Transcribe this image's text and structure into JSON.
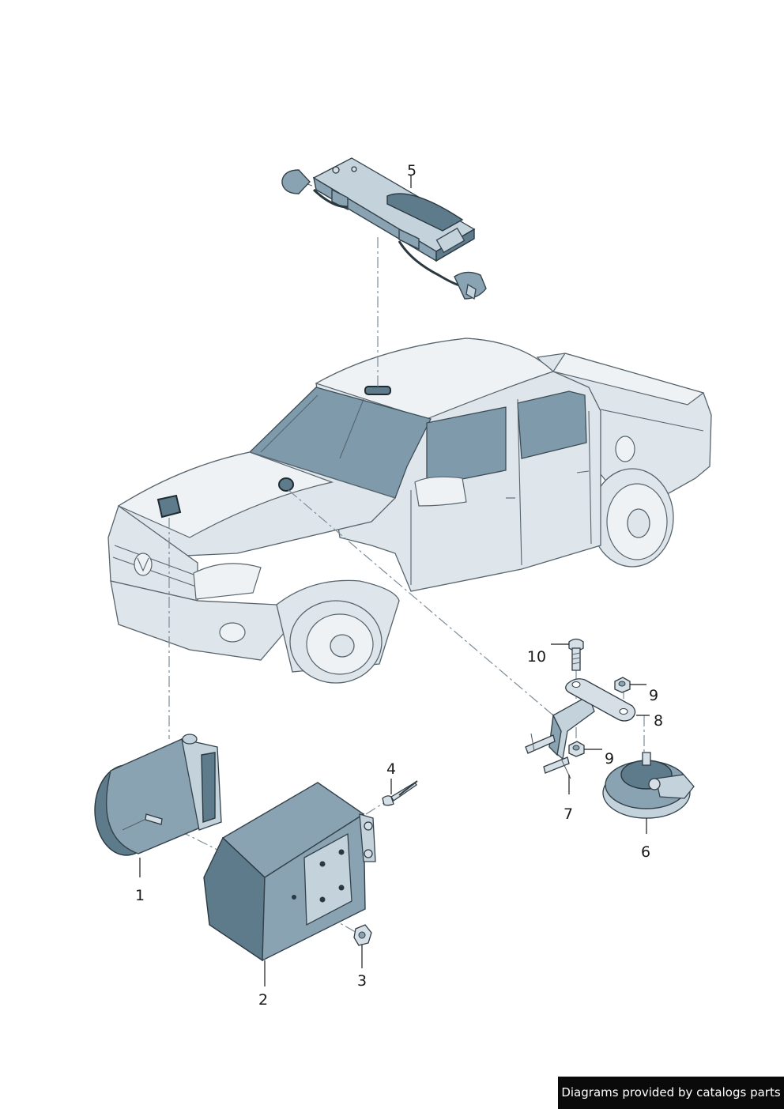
{
  "diagram": {
    "callouts": [
      {
        "id": "c1",
        "label": "1"
      },
      {
        "id": "c2",
        "label": "2"
      },
      {
        "id": "c3",
        "label": "3"
      },
      {
        "id": "c4",
        "label": "4"
      },
      {
        "id": "c5",
        "label": "5"
      },
      {
        "id": "c6",
        "label": "6"
      },
      {
        "id": "c7",
        "label": "7"
      },
      {
        "id": "c8",
        "label": "8"
      },
      {
        "id": "c9a",
        "label": "9"
      },
      {
        "id": "c9b",
        "label": "9"
      },
      {
        "id": "c10",
        "label": "10"
      }
    ]
  },
  "footer": {
    "credit": "Diagrams provided by catalogs parts"
  },
  "colors": {
    "part_fill": "#8aa3b2",
    "vehicle_fill": "#dfe6eb",
    "outline": "#33424b",
    "credit_bg": "#0a0a0a"
  }
}
